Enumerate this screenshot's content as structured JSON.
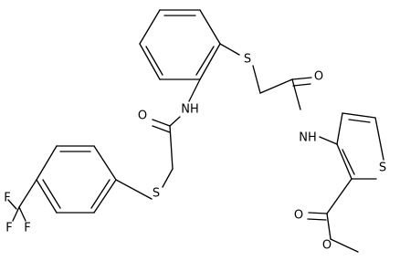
{
  "molecule": {
    "atoms": [
      {
        "id": "S1",
        "label": "S"
      },
      {
        "id": "O1",
        "label": "O"
      },
      {
        "id": "NH1",
        "label": "NH"
      },
      {
        "id": "NH2",
        "label": "NH"
      },
      {
        "id": "O2",
        "label": "O"
      },
      {
        "id": "S2",
        "label": "S"
      },
      {
        "id": "S3",
        "label": "S"
      },
      {
        "id": "O3",
        "label": "O"
      },
      {
        "id": "O4",
        "label": "O"
      },
      {
        "id": "F1",
        "label": "F"
      },
      {
        "id": "F2",
        "label": "F"
      },
      {
        "id": "F3",
        "label": "F"
      }
    ]
  }
}
